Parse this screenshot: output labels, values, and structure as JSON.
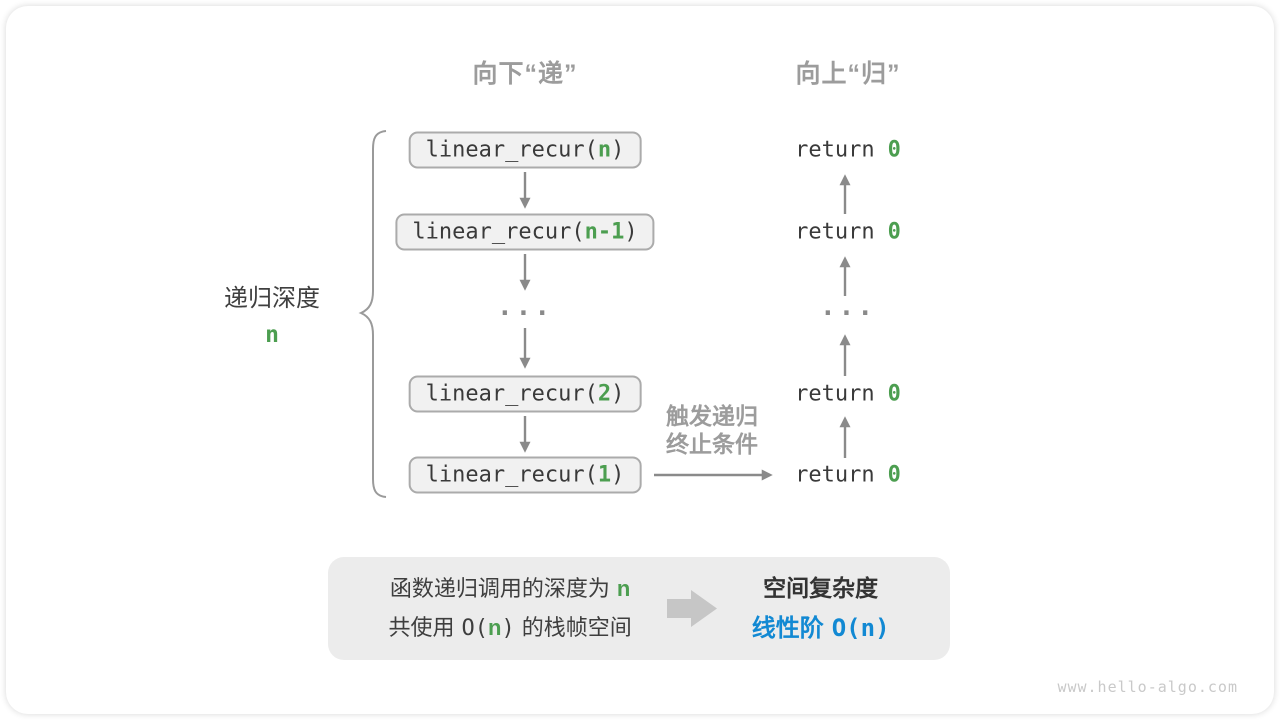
{
  "figure": {
    "watermark": "www.hello-algo.com",
    "colors": {
      "accent_green": "#4c9e50",
      "accent_blue": "#1289d3",
      "arrow_gray": "#8a8a8a",
      "box_fill": "#f1f1f1",
      "box_border": "#ababab",
      "summary_fill": "#ececec",
      "header_gray": "#9c9c9c",
      "text_dark": "#3a3a3a"
    },
    "headers": {
      "down": "向下“递”",
      "up": "向上“归”"
    },
    "stack": {
      "ellipsis": "...",
      "calls": [
        {
          "pre": "linear_recur(",
          "arg": "n",
          "post": ")"
        },
        {
          "pre": "linear_recur(",
          "arg": "n-1",
          "post": ")"
        },
        {
          "pre": "linear_recur(",
          "arg": "2",
          "post": ")"
        },
        {
          "pre": "linear_recur(",
          "arg": "1",
          "post": ")"
        }
      ],
      "return": {
        "keyword": "return",
        "value": "0"
      },
      "depth": {
        "label": "递归深度",
        "value": "n"
      },
      "base_case": {
        "line1": "触发递归",
        "line2": "终止条件"
      }
    },
    "summary": {
      "left_line1": {
        "text": "函数递归调用的深度为",
        "value": "n"
      },
      "left_line2": {
        "pre": "共使用",
        "open": "O(",
        "value": "n",
        "close": ")",
        "post": "的栈帧空间"
      },
      "right_line1": "空间复杂度",
      "right_line2": {
        "label": "线性阶",
        "value": "O(n)"
      }
    }
  }
}
